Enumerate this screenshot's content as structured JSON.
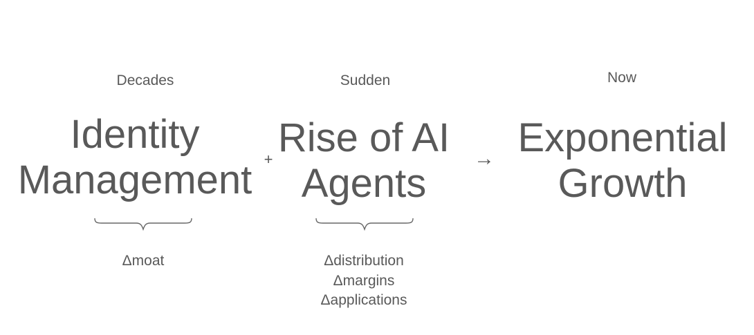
{
  "columns": [
    {
      "label": "Decades",
      "title_lines": [
        "Identity",
        "Management"
      ],
      "notes": [
        "Δmoat"
      ]
    },
    {
      "label": "Sudden",
      "title_lines": [
        "Rise of AI",
        "Agents"
      ],
      "notes": [
        "Δdistribution",
        "Δmargins",
        "Δapplications"
      ]
    },
    {
      "label": "Now",
      "title_lines": [
        "Exponential",
        "Growth"
      ],
      "notes": []
    }
  ],
  "operators": {
    "plus": "+",
    "arrow": "→"
  },
  "colors": {
    "text": "#595959",
    "brace": "#666666",
    "background": "#ffffff"
  }
}
